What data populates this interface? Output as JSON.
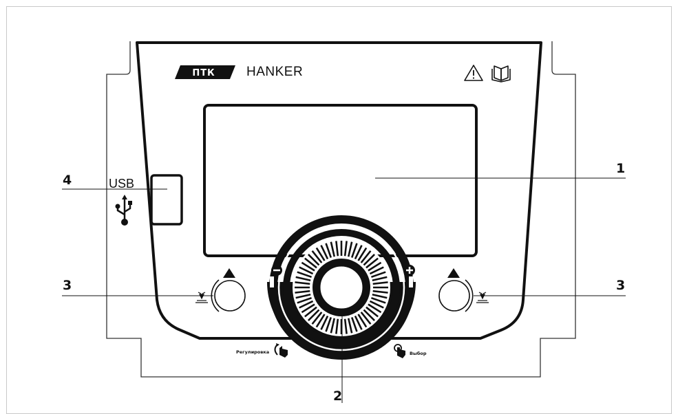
{
  "brand": {
    "logo_text": "ПТК",
    "model_name": "HANKER"
  },
  "ports": {
    "usb_label": "USB"
  },
  "controls": {
    "adjust_label": "Регулировка",
    "select_label": "Выбор",
    "minus_symbol": "−",
    "plus_symbol": "+"
  },
  "callouts": {
    "display": "1",
    "encoder": "2",
    "button_left": "3",
    "button_right": "3",
    "usb_port": "4"
  },
  "icons": [
    "warning-icon",
    "manual-book-icon",
    "usb-symbol-icon",
    "up-arrow-icon",
    "torch-icon",
    "hand-rotate-icon",
    "hand-press-icon"
  ]
}
